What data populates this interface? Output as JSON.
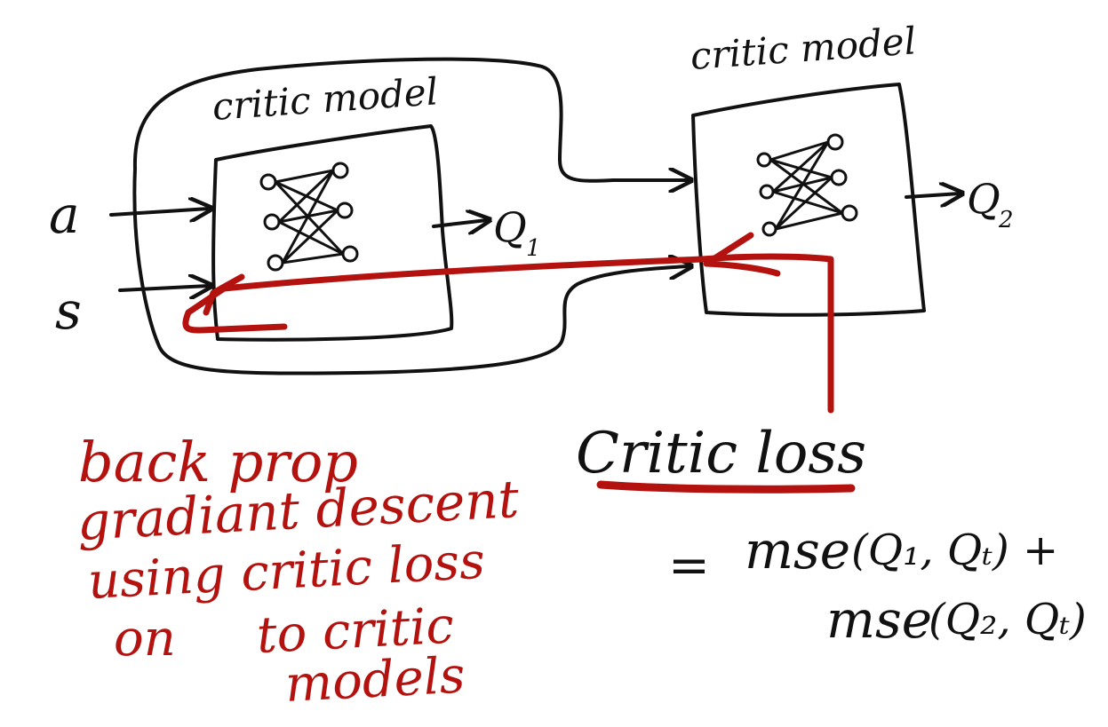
{
  "colors": {
    "ink_black": "#111111",
    "ink_red": "#b3120f",
    "background": "#ffffff"
  },
  "critic_1": {
    "title": "critic model",
    "output": "Q",
    "output_sub": "1"
  },
  "critic_2": {
    "title": "critic model",
    "output": "Q",
    "output_sub": "2"
  },
  "inputs": {
    "action": "a",
    "state": "s"
  },
  "loss": {
    "title": "Critic loss",
    "eq_prefix": "=",
    "term_1": "mse",
    "term_1_args": "(Q₁, Qₜ) +",
    "term_2": "mse",
    "term_2_args": "(Q₂, Qₜ)"
  },
  "note": {
    "line_1": "back prop",
    "line_2": "gradiant descent",
    "line_3": "using critic loss",
    "line_4a": "on",
    "line_4b": "to critic",
    "line_5": "models"
  }
}
